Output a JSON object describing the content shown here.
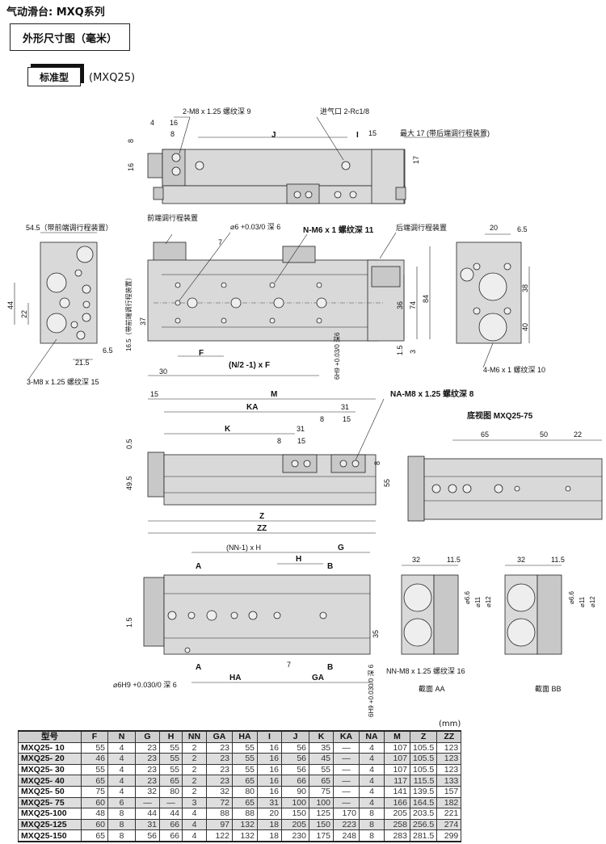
{
  "header": {
    "title": "气动滑台: MXQ系列",
    "section": "外形尺寸图（毫米）",
    "type_label": "标准型",
    "model": "(MXQ25)"
  },
  "top_view": {
    "labels": [
      "2-M8 x 1.25 螺纹深 9",
      "进气口 2-Rc1/8",
      "4",
      "16",
      "8",
      "J",
      "I",
      "15",
      "最大 17 (带后端调行程装置)",
      "8",
      "16",
      "17"
    ]
  },
  "side_view_left": {
    "labels": [
      "54.5（带前端调行程装置）",
      "44",
      "22",
      "6.5",
      "21.5",
      "3-M8 x 1.25 螺纹深 15"
    ]
  },
  "front_view": {
    "labels": [
      "前端调行程装置",
      "⌀6 +0.03/0 深 6",
      "N-M6 x 1 螺纹深 11",
      "后端调行程装置",
      "7",
      "16.5（带前端调行程装置）",
      "37",
      "36",
      "74",
      "84",
      "1.5",
      "3",
      "F",
      "(N/2 -1) x F",
      "30",
      "6H9 +0.03/0 深6"
    ]
  },
  "side_view_right": {
    "labels": [
      "20",
      "6.5",
      "38",
      "40",
      "4-M6 x 1 螺纹深 10"
    ]
  },
  "middle_view": {
    "labels": [
      "15",
      "M",
      "KA",
      "31",
      "NA-M8 x 1.25 螺纹深 8",
      "K",
      "8",
      "15",
      "31",
      "8",
      "15",
      "0.5",
      "49.5",
      "8",
      "55",
      "Z",
      "ZZ"
    ]
  },
  "bottom_view": {
    "title": "底视图 MXQ25-75",
    "labels": [
      "65",
      "50",
      "22"
    ]
  },
  "lower_view": {
    "labels": [
      "(NN-1) x H",
      "G",
      "H",
      "A",
      "B",
      "1.5",
      "35",
      "7",
      "A",
      "B",
      "⌀6H9 +0.030/0 深 6",
      "HA",
      "GA",
      "6H9 +0.030/0 深 6"
    ]
  },
  "section_aa": {
    "title": "截面 AA",
    "labels": [
      "32",
      "11.5",
      "⌀6.6",
      "⌀11",
      "⌀12",
      "NN-M8 x 1.25 螺纹深 16"
    ]
  },
  "section_bb": {
    "title": "截面 BB",
    "labels": [
      "32",
      "11.5",
      "⌀6.6",
      "⌀11",
      "⌀12"
    ]
  },
  "table": {
    "unit": "(mm)",
    "columns": [
      "型号",
      "F",
      "N",
      "G",
      "H",
      "NN",
      "GA",
      "HA",
      "I",
      "J",
      "K",
      "KA",
      "NA",
      "M",
      "Z",
      "ZZ"
    ],
    "rows": [
      [
        "MXQ25- 10",
        "55",
        "4",
        "23",
        "55",
        "2",
        "23",
        "55",
        "16",
        "56",
        "35",
        "—",
        "4",
        "107",
        "105.5",
        "123"
      ],
      [
        "MXQ25- 20",
        "46",
        "4",
        "23",
        "55",
        "2",
        "23",
        "55",
        "16",
        "56",
        "45",
        "—",
        "4",
        "107",
        "105.5",
        "123"
      ],
      [
        "MXQ25- 30",
        "55",
        "4",
        "23",
        "55",
        "2",
        "23",
        "55",
        "16",
        "56",
        "55",
        "—",
        "4",
        "107",
        "105.5",
        "123"
      ],
      [
        "MXQ25- 40",
        "65",
        "4",
        "23",
        "65",
        "2",
        "23",
        "65",
        "16",
        "66",
        "65",
        "—",
        "4",
        "117",
        "115.5",
        "133"
      ],
      [
        "MXQ25- 50",
        "75",
        "4",
        "32",
        "80",
        "2",
        "32",
        "80",
        "16",
        "90",
        "75",
        "—",
        "4",
        "141",
        "139.5",
        "157"
      ],
      [
        "MXQ25- 75",
        "60",
        "6",
        "—",
        "—",
        "3",
        "72",
        "65",
        "31",
        "100",
        "100",
        "—",
        "4",
        "166",
        "164.5",
        "182"
      ],
      [
        "MXQ25-100",
        "48",
        "8",
        "44",
        "44",
        "4",
        "88",
        "88",
        "20",
        "150",
        "125",
        "170",
        "8",
        "205",
        "203.5",
        "221"
      ],
      [
        "MXQ25-125",
        "60",
        "8",
        "31",
        "66",
        "4",
        "97",
        "132",
        "18",
        "205",
        "150",
        "223",
        "8",
        "258",
        "256.5",
        "274"
      ],
      [
        "MXQ25-150",
        "65",
        "8",
        "56",
        "66",
        "4",
        "122",
        "132",
        "18",
        "230",
        "175",
        "248",
        "8",
        "283",
        "281.5",
        "299"
      ]
    ]
  }
}
